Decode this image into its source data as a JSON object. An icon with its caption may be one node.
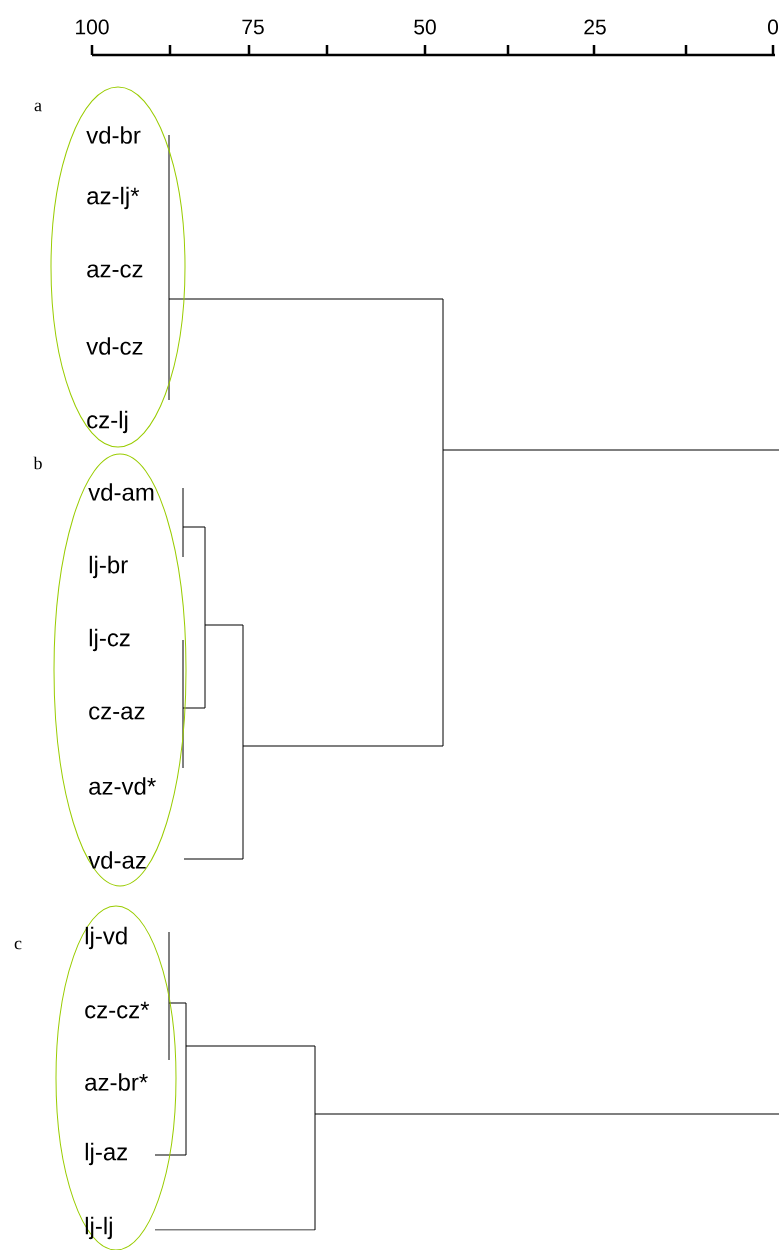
{
  "diagram": {
    "nodes": [
      {
        "text": [
          "a"
        ]
      },
      {
        "text": [
          "vd-br"
        ],
        "in": 0
      },
      {
        "text": [
          "az-lj*"
        ],
        "in": 0
      },
      {
        "text": [
          "az-cz"
        ],
        "in": 0
      },
      {
        "text": [
          "vd-cz"
        ],
        "in": 0
      },
      {
        "text": [
          "cz-lj"
        ],
        "in": 0
      },
      {
        "text": [
          "b"
        ]
      },
      {
        "text": [
          "vd-am"
        ],
        "in": 6
      },
      {
        "text": [
          "lj-br"
        ],
        "in": 6
      },
      {
        "text": [
          "lj-cz"
        ],
        "in": 6
      },
      {
        "text": [
          "cz-az"
        ],
        "in": 6
      },
      {
        "text": [
          "az-vd*"
        ],
        "in": 6
      },
      {
        "text": [
          "vd-az"
        ],
        "in": 6
      },
      {
        "text": [
          "c"
        ]
      },
      {
        "text": [
          "lj-vd"
        ],
        "in": 13
      },
      {
        "text": [
          "cz-cz*"
        ],
        "in": 13
      },
      {
        "text": [
          "az-br*"
        ],
        "in": 13
      },
      {
        "text": [
          "lj-az"
        ],
        "in": 13
      },
      {
        "text": [
          "lj-lj"
        ],
        "in": 13
      }
    ],
    "labels": [
      "100",
      "75",
      "50",
      "25",
      "0"
    ]
  }
}
